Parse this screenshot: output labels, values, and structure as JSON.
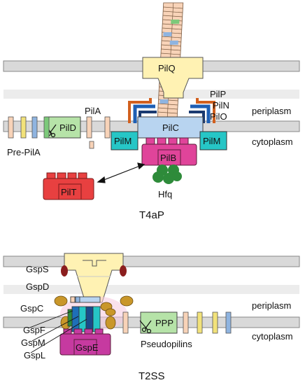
{
  "t4ap": {
    "title": "T4aP",
    "proteins": {
      "pilq": "PilQ",
      "pilp": "PilP",
      "piln": "PilN",
      "pilo": "PilO",
      "pilc": "PilC",
      "pilm": "PilM",
      "pilb": "PilB",
      "pilt": "PilT",
      "pild": "PilD",
      "pila": "PilA",
      "prepila": "Pre-PilA",
      "hfq": "Hfq"
    },
    "compartments": {
      "periplasm": "periplasm",
      "cytoplasm": "cytoplasm"
    }
  },
  "t2ss": {
    "title": "T2SS",
    "proteins": {
      "gsps": "GspS",
      "gspd": "GspD",
      "gspc": "GspC",
      "gspf": "GspF",
      "gspm": "GspM",
      "gspl": "GspL",
      "gspe": "GspE",
      "ppp": "PPP",
      "pseudopilins": "Pseudopilins"
    },
    "compartments": {
      "periplasm": "periplasm",
      "cytoplasm": "cytoplasm"
    }
  },
  "colors": {
    "membrane": "#d9d9d9",
    "periplasm_band": "#ececec",
    "secretin": "#fff2b3",
    "pilc": "#b8d4f0",
    "pilm": "#26c6c6",
    "atpase": "#e0449a",
    "pilt": "#e84040",
    "hfq": "#2e8b3a",
    "pild": "#b6e3a8",
    "pilin": "#f8d3b8",
    "gspc": "#c9972a",
    "gsps": "#8b1e1e"
  }
}
